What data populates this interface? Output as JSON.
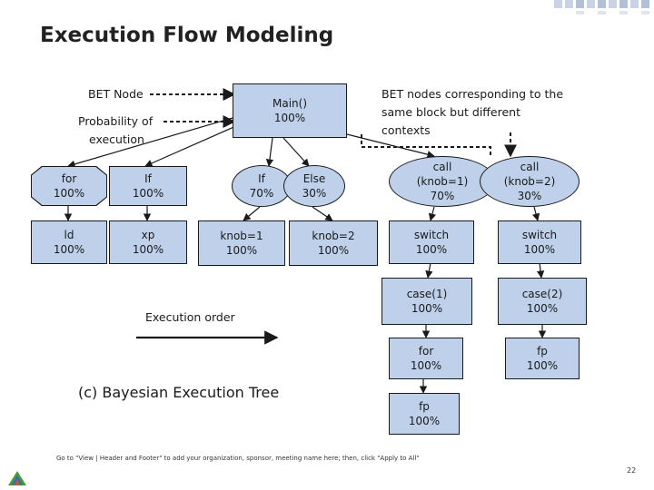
{
  "title": "Execution Flow Modeling",
  "labels": {
    "bet_node": "BET Node",
    "probability_line1": "Probability of",
    "probability_line2": "execution",
    "bet_nodes_note": [
      "BET nodes corresponding to the",
      "same block but different",
      "contexts"
    ],
    "execution_order": "Execution order",
    "caption": "(c) Bayesian Execution Tree"
  },
  "nodes": {
    "main": {
      "name": "Main()",
      "prob": "100%"
    },
    "for1": {
      "name": "for",
      "prob": "100%"
    },
    "if1": {
      "name": "If",
      "prob": "100%"
    },
    "if2": {
      "name": "If",
      "prob": "70%"
    },
    "else": {
      "name": "Else",
      "prob": "30%"
    },
    "call1": {
      "name": "call",
      "sub": "(knob=1)",
      "prob": "70%"
    },
    "call2": {
      "name": "call",
      "sub": "(knob=2)",
      "prob": "30%"
    },
    "ld": {
      "name": "ld",
      "prob": "100%"
    },
    "xp": {
      "name": "xp",
      "prob": "100%"
    },
    "knob1": {
      "name": "knob=1",
      "prob": "100%"
    },
    "knob2": {
      "name": "knob=2",
      "prob": "100%"
    },
    "switch1": {
      "name": "switch",
      "prob": "100%"
    },
    "switch2": {
      "name": "switch",
      "prob": "100%"
    },
    "case1": {
      "name": "case(1)",
      "prob": "100%"
    },
    "case2": {
      "name": "case(2)",
      "prob": "100%"
    },
    "for2": {
      "name": "for",
      "prob": "100%"
    },
    "fp2": {
      "name": "fp",
      "prob": "100%"
    },
    "fp1": {
      "name": "fp",
      "prob": "100%"
    }
  },
  "footer": "Go to \"View | Header and Footer\" to add your organization, sponsor, meeting name here; then, click \"Apply to All\"",
  "page_number": "22",
  "colors": {
    "node_fill": "#bfd1ea",
    "accent_green": "#4a9a3a",
    "square_light": "#c9d3e3"
  }
}
